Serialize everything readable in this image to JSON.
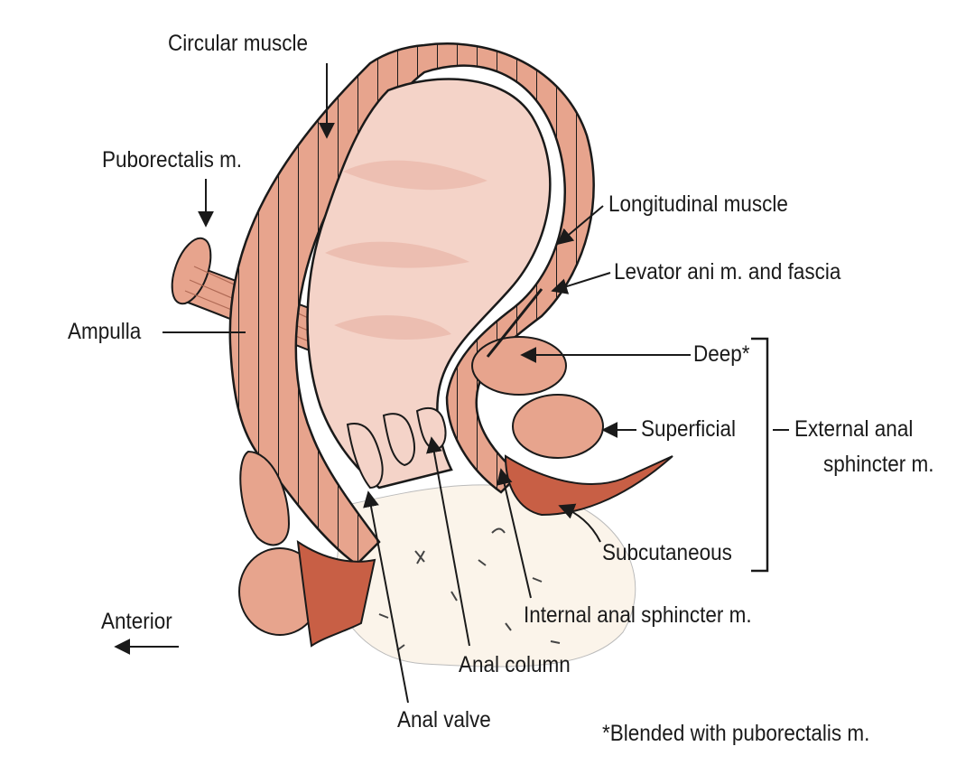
{
  "labels": {
    "circular_muscle": "Circular muscle",
    "puborectalis": "Puborectalis m.",
    "longitudinal_muscle": "Longitudinal muscle",
    "levator_ani": "Levator ani m. and fascia",
    "ampulla": "Ampulla",
    "deep": "Deep*",
    "superficial": "Superficial",
    "external_anal_sphincter_line1": "External anal",
    "external_anal_sphincter_line2": "sphincter m.",
    "subcutaneous": "Subcutaneous",
    "internal_anal_sphincter": "Internal anal sphincter m.",
    "anterior": "Anterior",
    "anal_column": "Anal column",
    "anal_valve": "Anal valve",
    "footnote": "*Blended with puborectalis m."
  },
  "colors": {
    "lumen": "#f4d3c8",
    "lumen_shade": "#eab6a8",
    "muscle": "#e7a48d",
    "muscle_dark": "#c85f45",
    "tissue": "#f0d7b5",
    "skin_spec": "#fbf4ea",
    "outline": "#1a1a1a"
  }
}
